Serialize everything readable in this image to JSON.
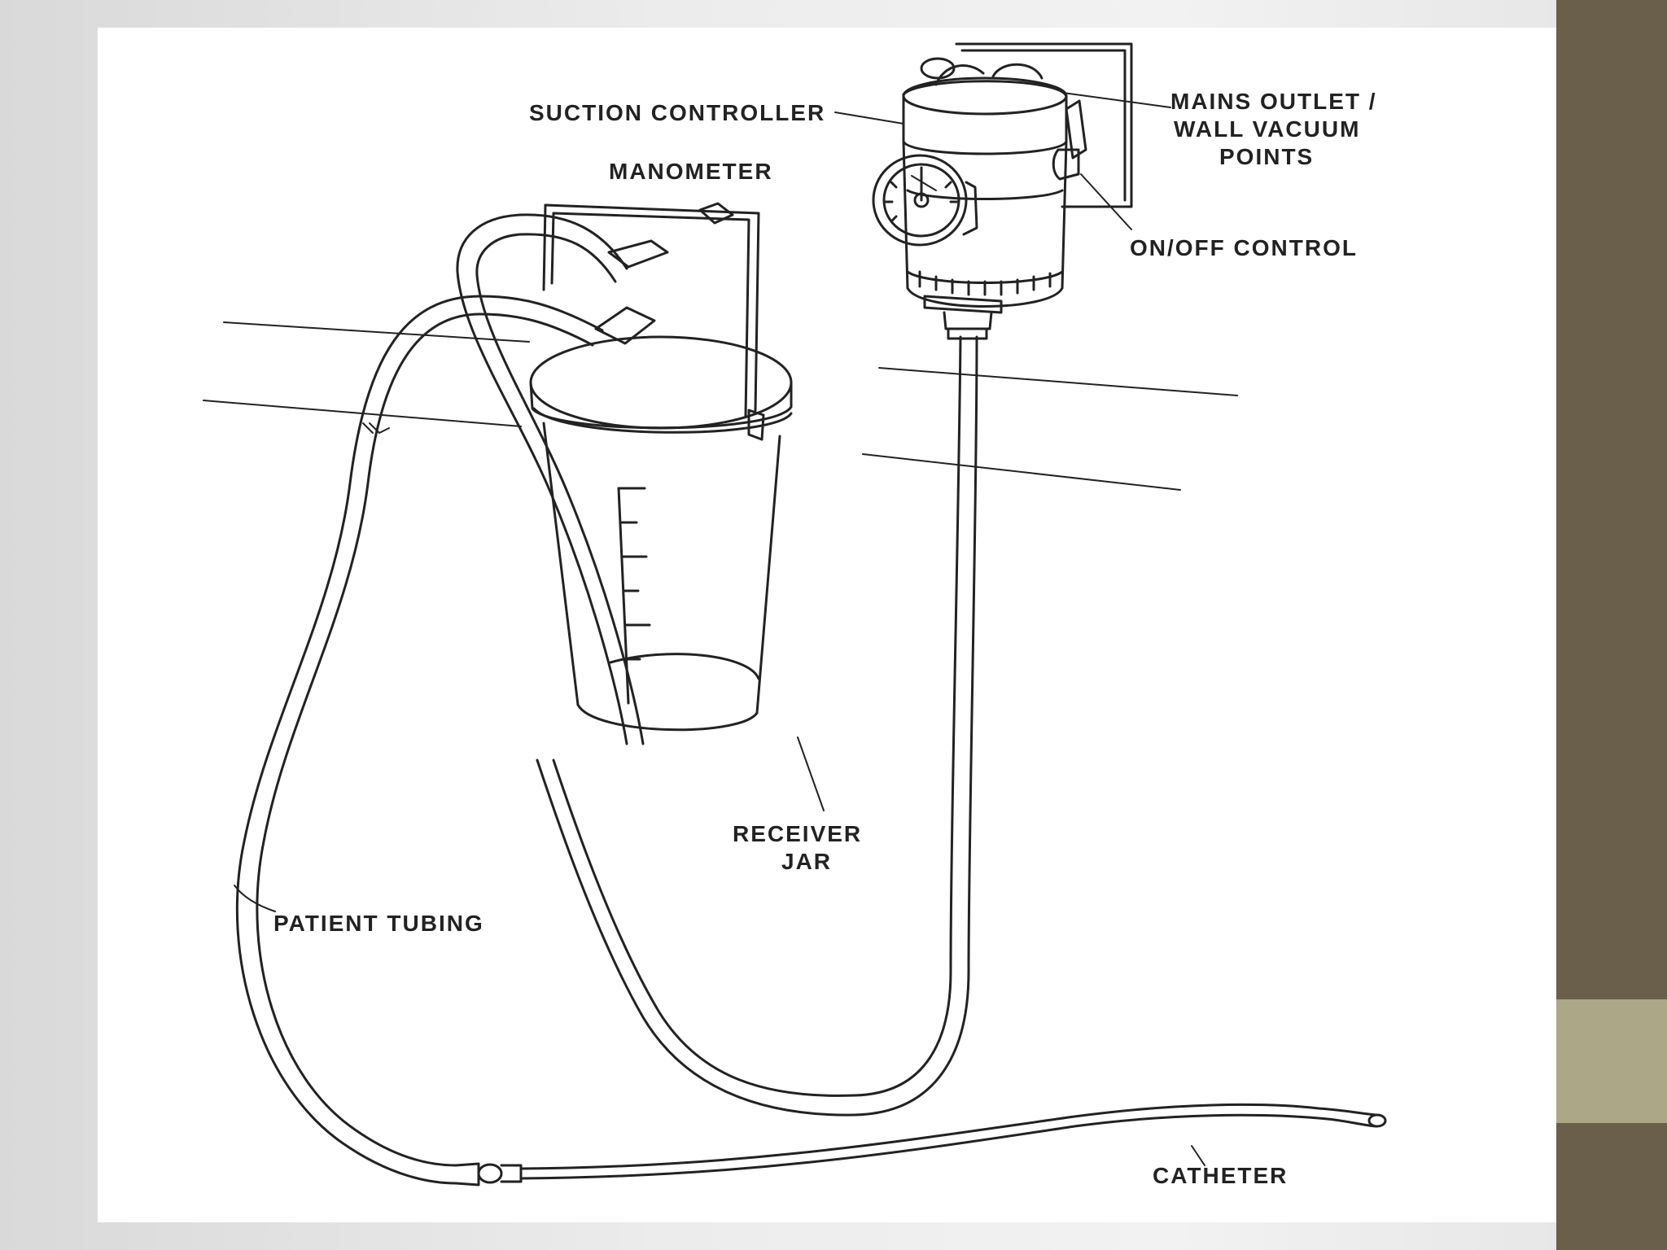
{
  "labels": {
    "suction_controller": "SUCTION CONTROLLER",
    "mains_outlet_line1": "MAINS OUTLET /",
    "mains_outlet_line2": "WALL VACUUM",
    "mains_outlet_line3": "POINTS",
    "manometer": "MANOMETER",
    "on_off_control": "ON/OFF CONTROL",
    "receiver_jar_line1": "RECEIVER",
    "receiver_jar_line2": "JAR",
    "patient_tubing": "PATIENT TUBING",
    "catheter": "CATHETER"
  },
  "colors": {
    "background": "#ececec",
    "sidebar_dark": "#6a5f4b",
    "sidebar_light": "#aca787",
    "ink": "#222222"
  }
}
